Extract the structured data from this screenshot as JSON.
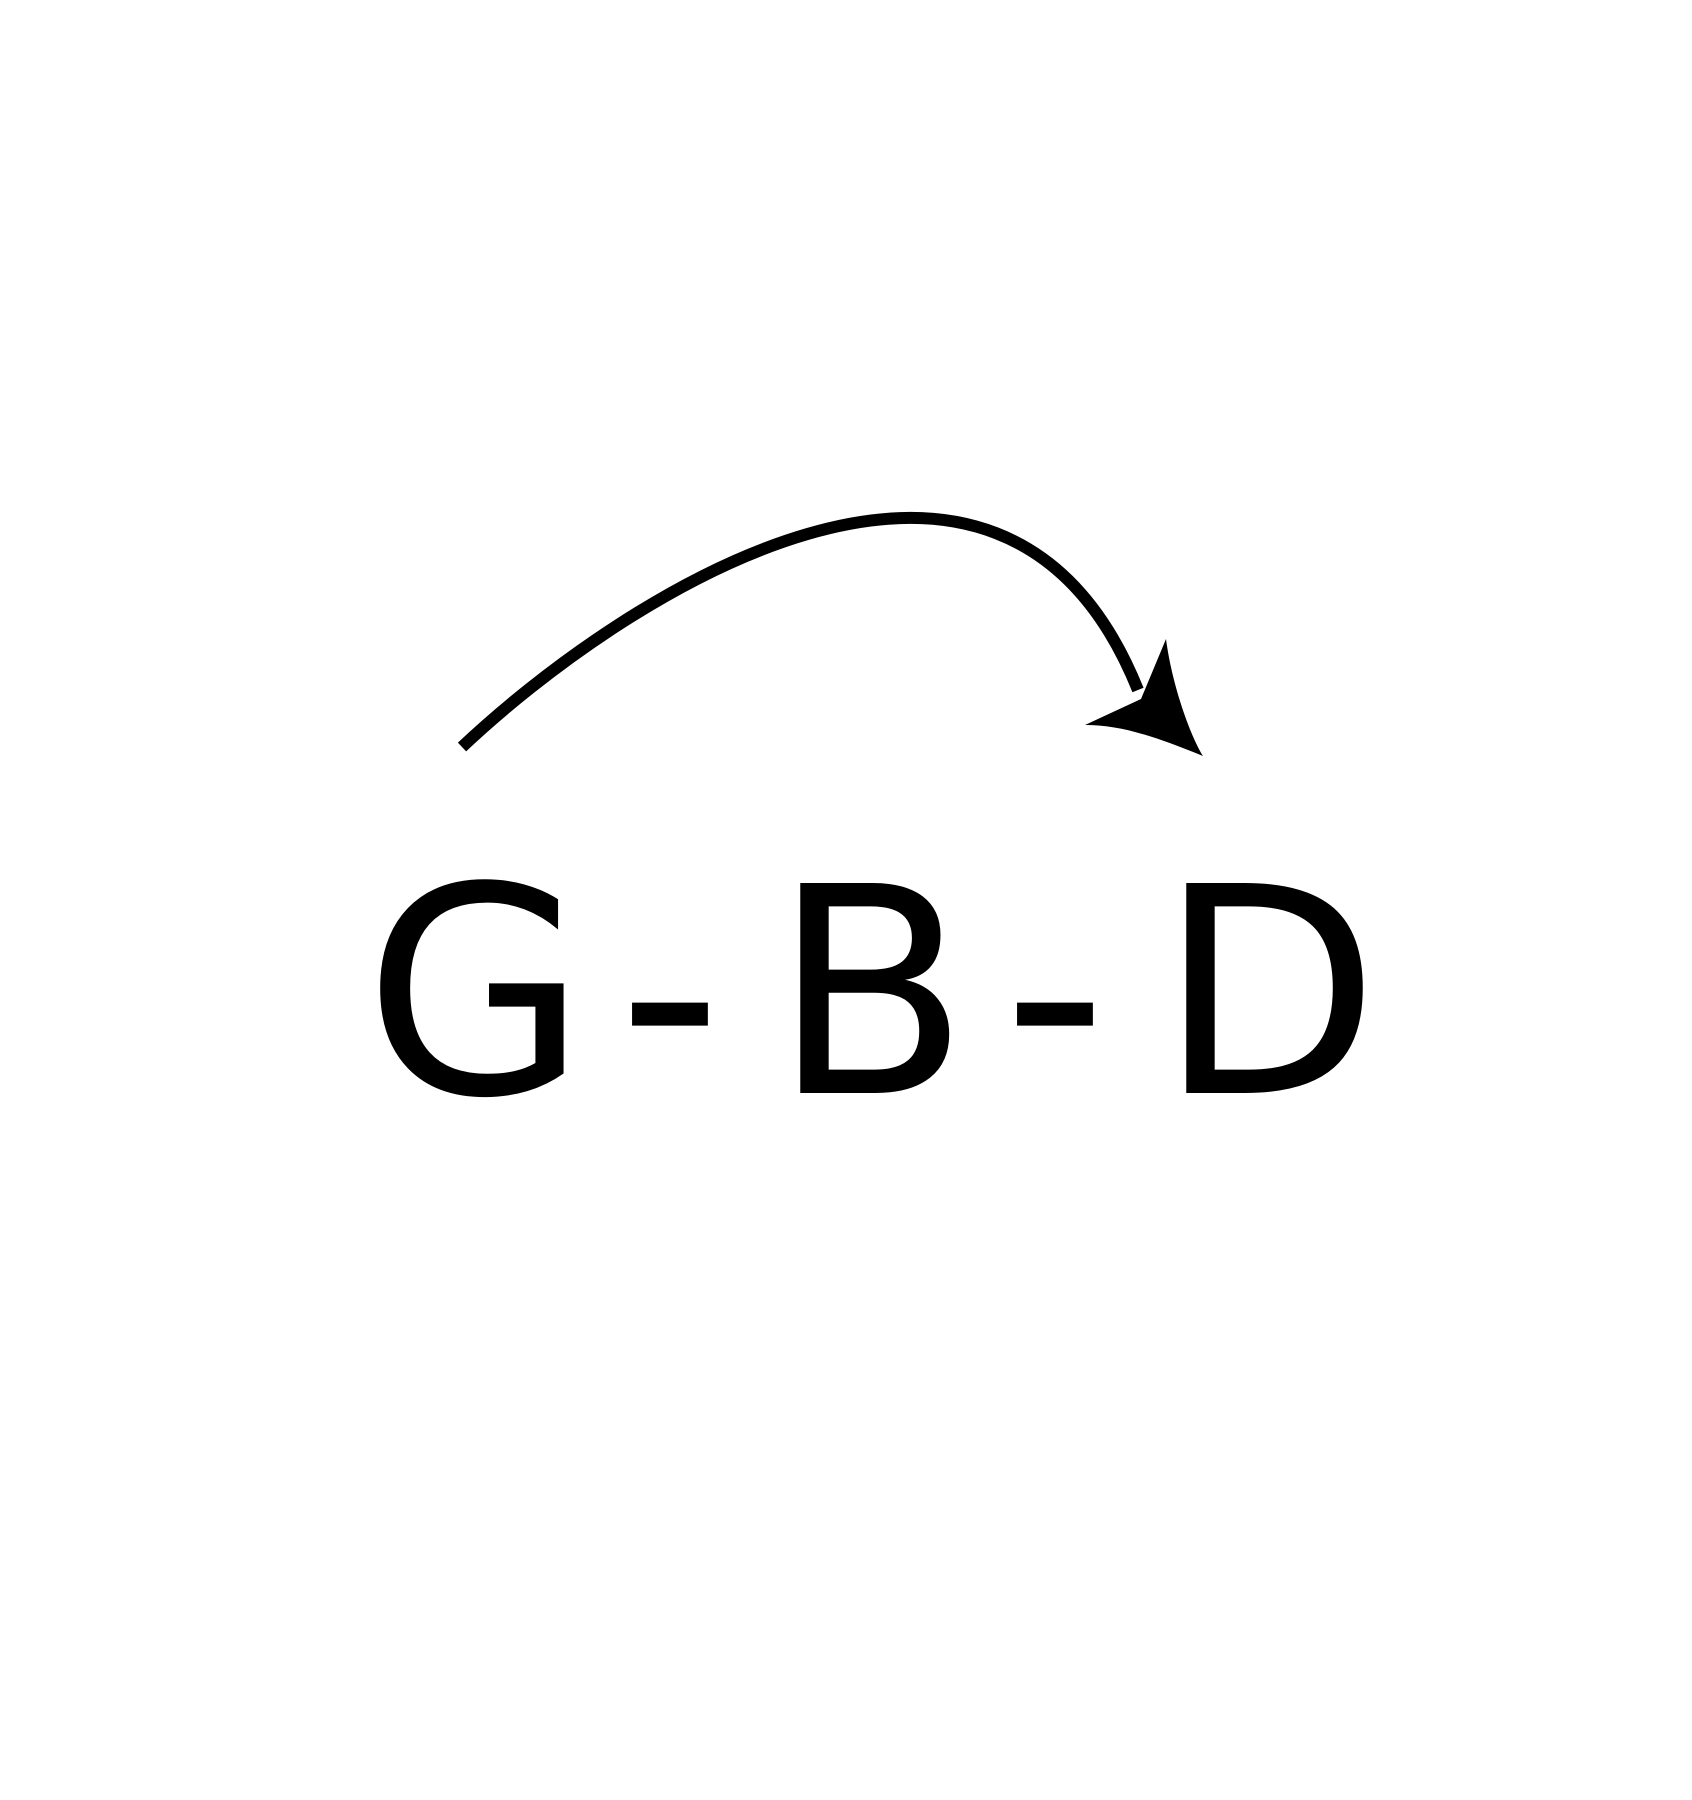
{
  "diagram": {
    "nodes": [
      {
        "id": "g",
        "label": "G"
      },
      {
        "id": "b",
        "label": "B"
      },
      {
        "id": "d",
        "label": "D"
      }
    ],
    "separators": [
      "-",
      "-"
    ],
    "arrow": {
      "from": "g",
      "to": "d"
    },
    "colors": {
      "background": "#ffffff",
      "ink": "#000000"
    }
  }
}
